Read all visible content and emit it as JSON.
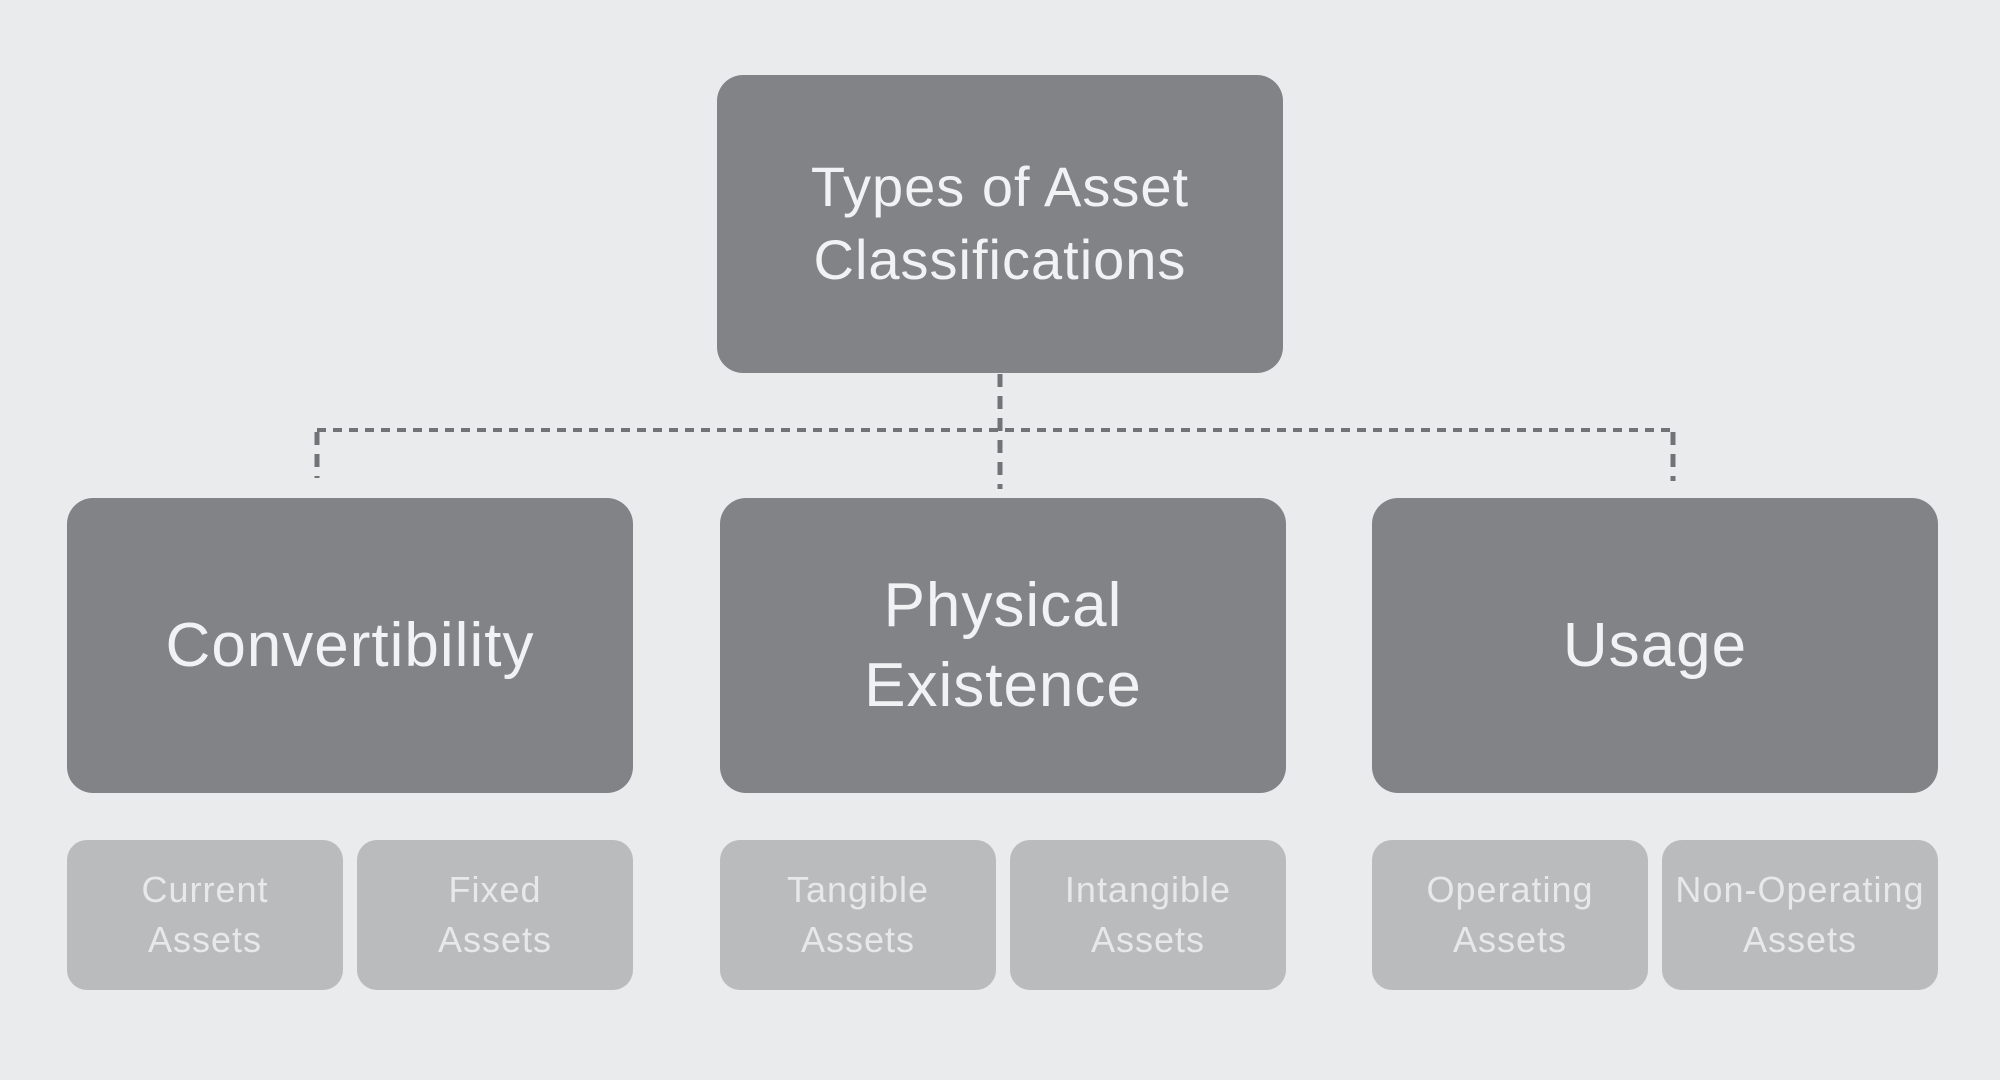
{
  "diagram": {
    "title": "Types of Asset Classifications",
    "colors": {
      "background": "#eaebed",
      "node_dark": "#828387",
      "node_light": "#babbbd",
      "text_on_dark": "#f1f2f3",
      "text_on_light": "#e7e8ea",
      "connector": "#717477"
    },
    "root": {
      "label": "Types of Asset\nClassifications"
    },
    "branches": [
      {
        "label": "Convertibility",
        "children": [
          {
            "label": "Current\nAssets"
          },
          {
            "label": "Fixed\nAssets"
          }
        ]
      },
      {
        "label": "Physical\nExistence",
        "children": [
          {
            "label": "Tangible\nAssets"
          },
          {
            "label": "Intangible\nAssets"
          }
        ]
      },
      {
        "label": "Usage",
        "children": [
          {
            "label": "Operating\nAssets"
          },
          {
            "label": "Non-Operating\nAssets"
          }
        ]
      }
    ]
  }
}
